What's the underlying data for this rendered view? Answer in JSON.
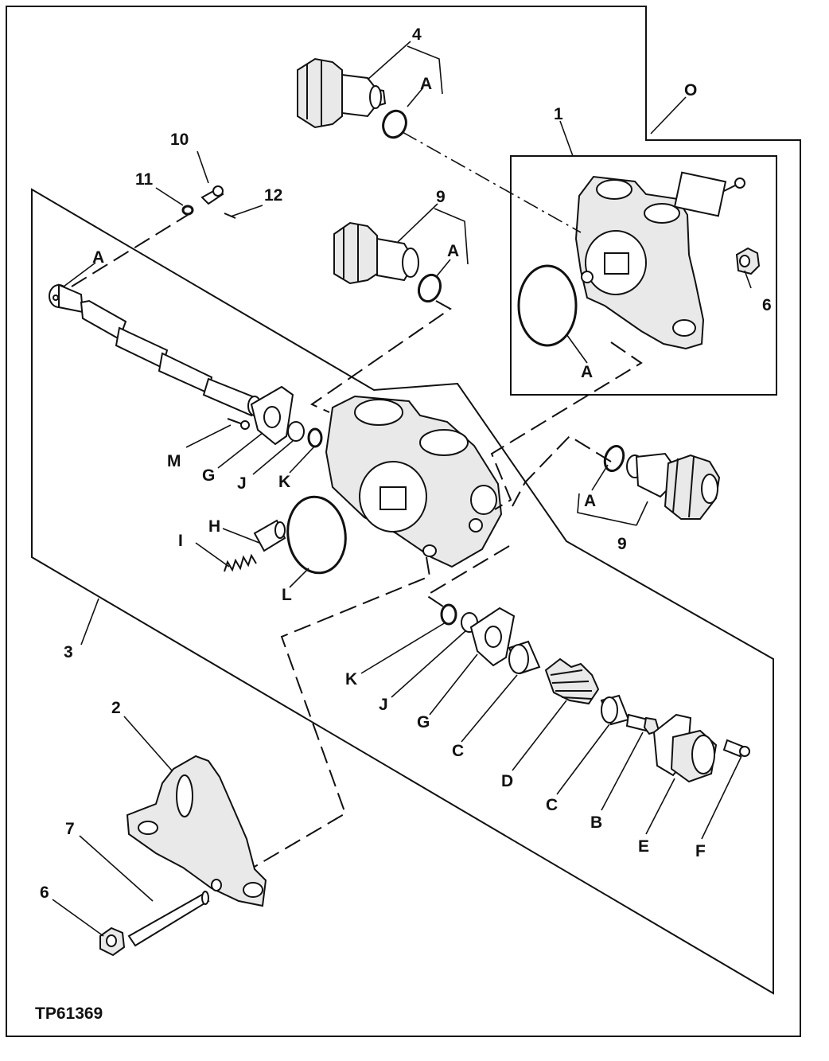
{
  "figure_id": "TP61369",
  "callouts": {
    "outer": "O",
    "c1": "1",
    "c2": "2",
    "c3": "3",
    "c4": "4",
    "c6a": "6",
    "c6b": "6",
    "c7": "7",
    "c9a": "9",
    "c9b": "9",
    "c10": "10",
    "c11": "11",
    "c12": "12",
    "a_top": "A",
    "a_nine": "A",
    "a_spool": "A",
    "a_box": "A",
    "a_right": "A",
    "m": "M",
    "g1": "G",
    "j1": "J",
    "k1": "K",
    "h": "H",
    "i": "I",
    "l": "L",
    "k2": "K",
    "j2": "J",
    "g2": "G",
    "c_a": "C",
    "d": "D",
    "c_b": "C",
    "b": "B",
    "e": "E",
    "f": "F"
  }
}
